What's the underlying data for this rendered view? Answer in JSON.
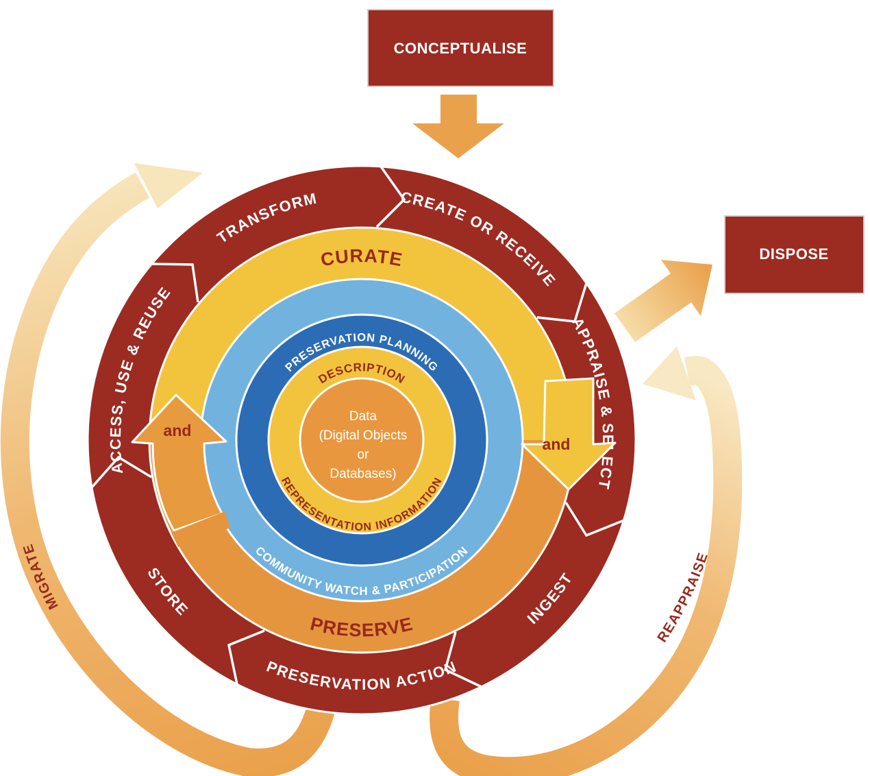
{
  "boxes": {
    "conceptualise": "CONCEPTUALISE",
    "dispose": "DISPOSE"
  },
  "outer_ring": {
    "transform": "TRANSFORM",
    "create_or_receive": "CREATE OR RECEIVE",
    "appraise_select": "APPRAISE & SELECT",
    "ingest": "INGEST",
    "preservation_action": "PRESERVATION ACTION",
    "store": "STORE",
    "access_use_reuse": "ACCESS, USE & REUSE"
  },
  "curation_ring": {
    "curate": "CURATE",
    "preserve": "PRESERVE",
    "and_left": "and",
    "and_right": "and"
  },
  "inner_rings": {
    "preservation_planning": "PRESERVATION PLANNING",
    "community_watch": "COMMUNITY WATCH & PARTICIPATION",
    "description": "DESCRIPTION",
    "representation_information": "REPRESENTATION INFORMATION"
  },
  "center": {
    "line1": "Data",
    "line2": "(Digital Objects",
    "line3": "or",
    "line4": "Databases)"
  },
  "loops": {
    "migrate": "MIGRATE",
    "reappraise": "REAPPRAISE"
  },
  "colors": {
    "maroon": "#9C2B22",
    "yellow": "#F2C33C",
    "orange": "#E6953F",
    "light_blue": "#72B2DE",
    "dark_blue": "#2B6CB5",
    "center_orange": "#E9973E",
    "arc_orange": "#EAA14C",
    "arc_cream": "#F7E5BB"
  }
}
